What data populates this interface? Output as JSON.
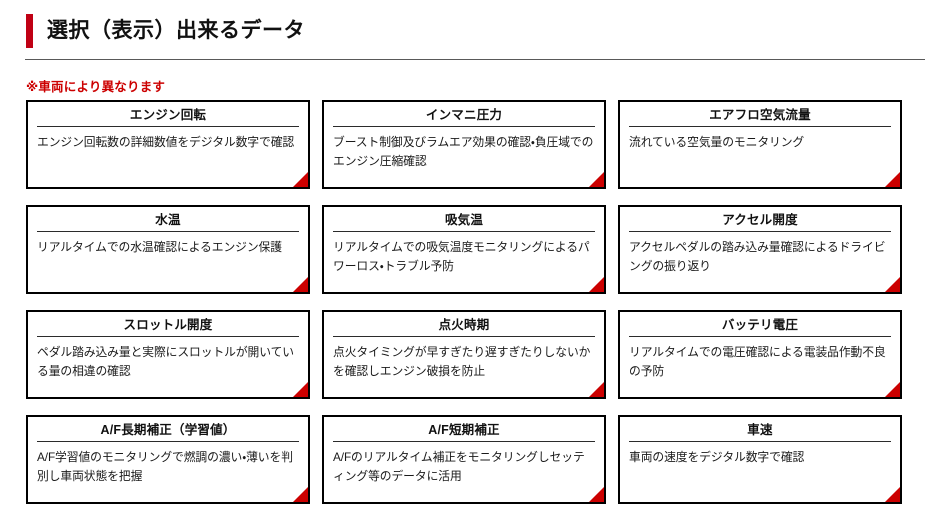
{
  "header": {
    "title": "選択（表示）出来るデータ",
    "accent_color": "#c00014",
    "rule_color": "#595959"
  },
  "note": {
    "text": "※車両により異なります",
    "color": "#cc0000"
  },
  "cards": [
    {
      "title": "エンジン回転",
      "body": "エンジン回転数の詳細数値をデジタル数字で確認"
    },
    {
      "title": "インマニ圧力",
      "body": "ブースト制御及びラムエア効果の確認・負圧域でのエンジン圧縮確認"
    },
    {
      "title": "エアフロ空気流量",
      "body": "流れている空気量のモニタリング"
    },
    {
      "title": "水温",
      "body": "リアルタイムでの水温確認によるエンジン保護"
    },
    {
      "title": "吸気温",
      "body": "リアルタイムでの吸気温度モニタリングによるパワーロス・トラブル予防"
    },
    {
      "title": "アクセル開度",
      "body": "アクセルペダルの踏み込み量確認によるドライビングの振り返り"
    },
    {
      "title": "スロットル開度",
      "body": "ペダル踏み込み量と実際にスロットルが開いている量の相違の確認"
    },
    {
      "title": "点火時期",
      "body": "点火タイミングが早すぎたり遅すぎたりしないかを確認しエンジン破損を防止"
    },
    {
      "title": "バッテリ電圧",
      "body": "リアルタイムでの電圧確認による電装品作動不良の予防"
    },
    {
      "title": "A/F長期補正（学習値）",
      "body": "A/F学習値のモニタリングで燃調の濃い・薄いを判別し車両状態を把握"
    },
    {
      "title": "A/F短期補正",
      "body": "A/Fのリアルタイム補正をモニタリングしセッティング等のデータに活用"
    },
    {
      "title": "車速",
      "body": "車両の速度をデジタル数字で確認"
    }
  ],
  "corner_marker_color": "#cc0000"
}
